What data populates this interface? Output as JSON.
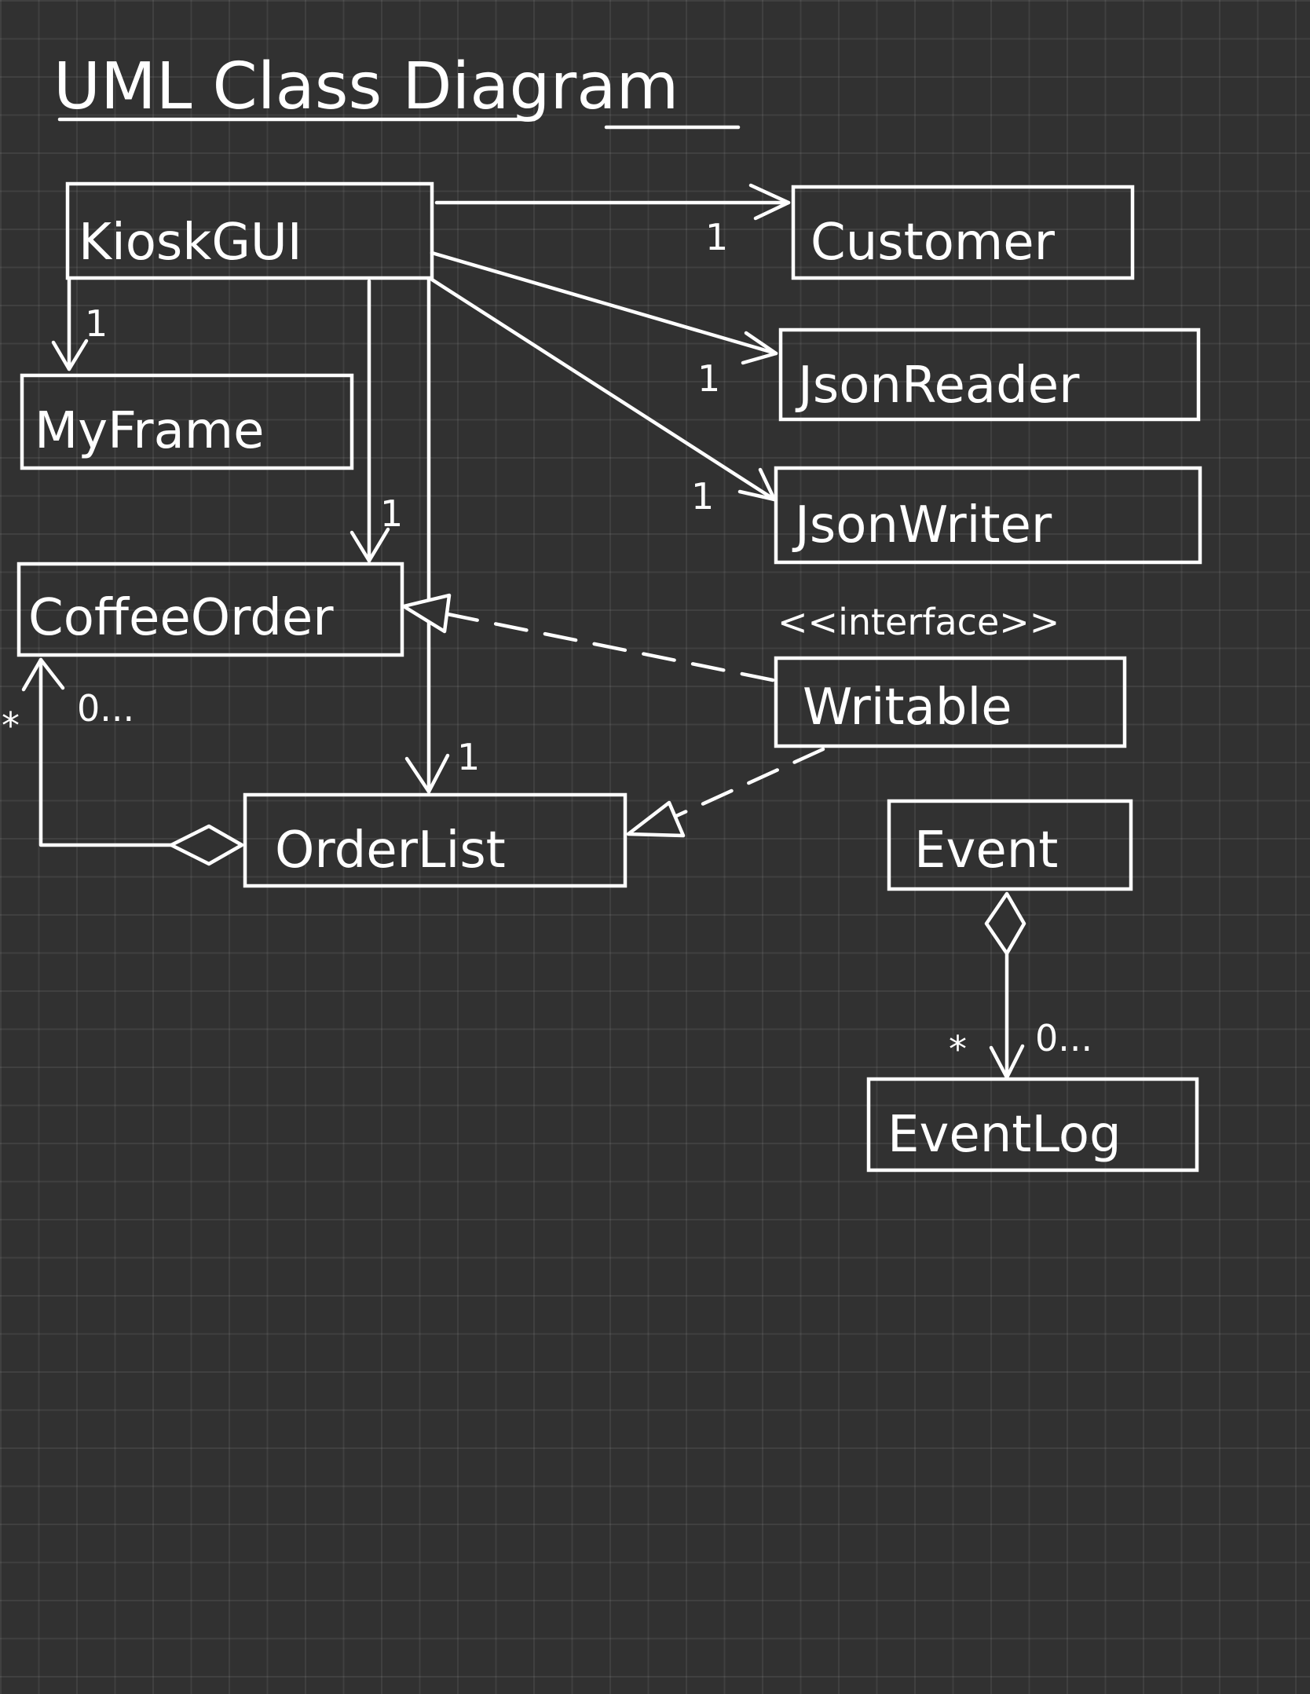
{
  "diagram": {
    "title": "UML Class Diagram",
    "classes": {
      "kiosk_gui": "KioskGUI",
      "customer": "Customer",
      "json_reader": "JsonReader",
      "json_writer": "JsonWriter",
      "my_frame": "MyFrame",
      "coffee_order": "CoffeeOrder",
      "writable": "Writable",
      "order_list": "OrderList",
      "event": "Event",
      "event_log": "EventLog"
    },
    "stereotypes": {
      "writable": "<<interface>>"
    },
    "multiplicities": {
      "kiosk_to_customer": "1",
      "kiosk_to_json_reader": "1",
      "kiosk_to_json_writer": "1",
      "kiosk_to_my_frame": "1",
      "kiosk_to_coffee_order": "1",
      "kiosk_to_order_list": "1",
      "orderlist_to_coffeeorder_star": "*",
      "orderlist_to_coffeeorder_range": "0...",
      "event_to_eventlog_star": "*",
      "event_to_eventlog_range": "0..."
    }
  }
}
